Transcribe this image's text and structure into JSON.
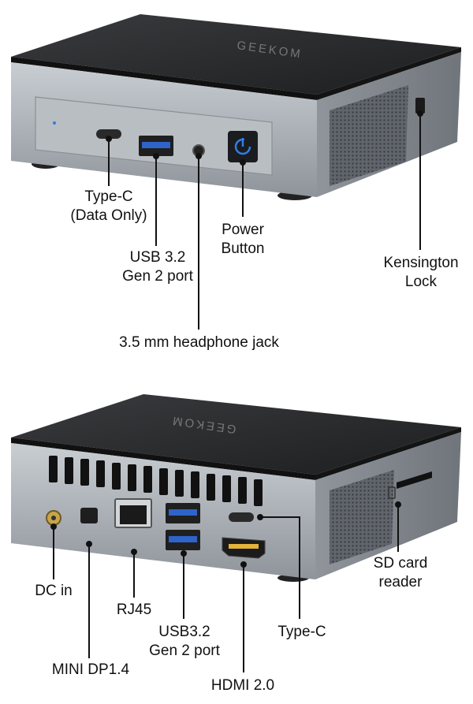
{
  "brand": "GEEKOM",
  "front": {
    "labels": {
      "type_c": [
        "Type-C",
        "(Data Only)"
      ],
      "usb": [
        "USB 3.2",
        "Gen 2 port"
      ],
      "headphone": "3.5 mm headphone jack",
      "power": [
        "Power",
        "Button"
      ],
      "kensington": [
        "Kensington",
        "Lock"
      ]
    }
  },
  "rear": {
    "labels": {
      "dc_in": "DC in",
      "rj45": "RJ45",
      "usb": [
        "USB3.2",
        "Gen 2 port"
      ],
      "type_c": "Type-C",
      "sd": [
        "SD card",
        "reader"
      ],
      "mini_dp": "MINI DP1.4",
      "hdmi": "HDMI 2.0"
    }
  },
  "colors": {
    "top_dark": "#2a2b2d",
    "body_silver": "#9aa0a6",
    "power_blue": "#2f7fe6",
    "usb_blue": "#2e63c9",
    "hdmi_gold": "#e2b23a"
  }
}
